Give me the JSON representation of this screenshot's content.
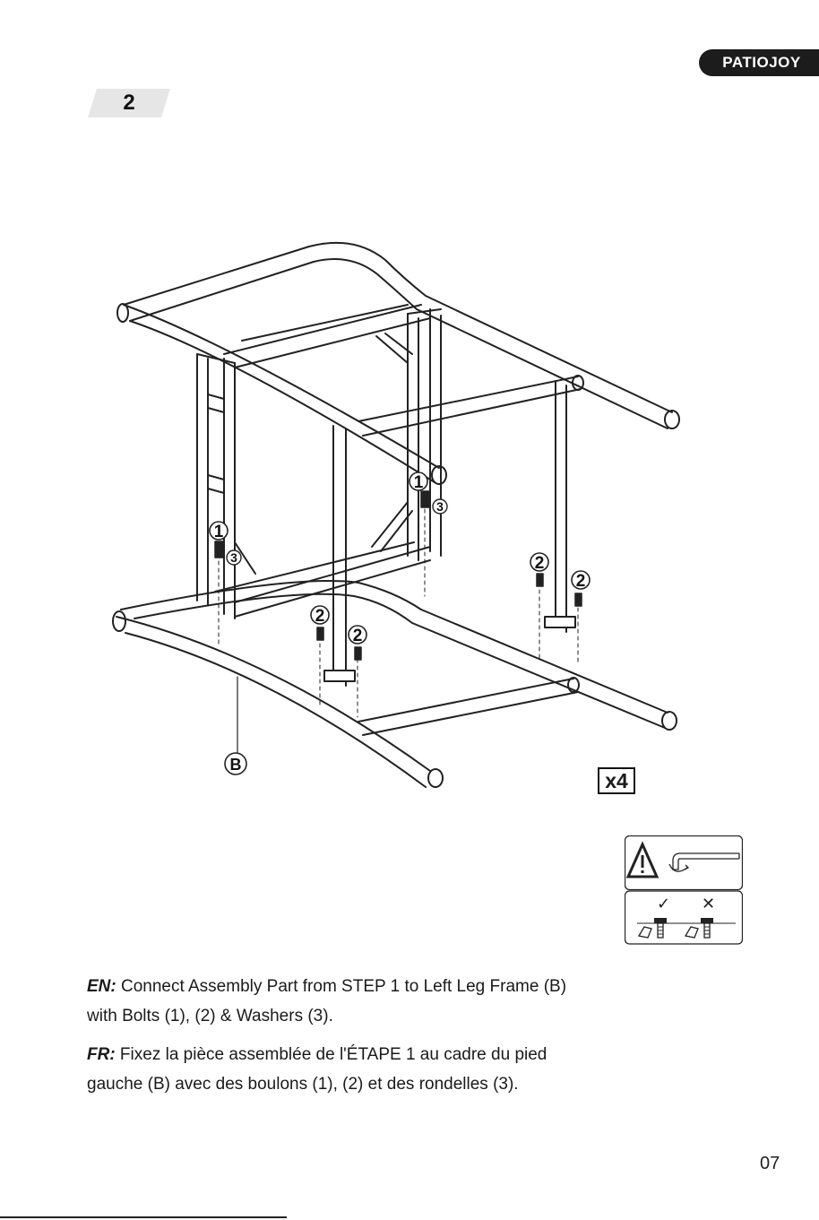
{
  "brand": {
    "logo_text": "PATIOJOY"
  },
  "step": {
    "number": "2"
  },
  "diagram": {
    "part_labels": {
      "bolt_1": "1",
      "bolt_2": "2",
      "washer_3": "3",
      "frame_b": "B"
    },
    "quantity": "x4"
  },
  "warning": {
    "icon": "warning-triangle-icon",
    "tool_icon": "hex-key-icon",
    "ok_mark": "✓",
    "bad_mark": "✕"
  },
  "instructions": {
    "en_prefix": "EN:",
    "en_text": " Connect Assembly Part from STEP 1 to Left Leg Frame (B)",
    "en_text_2": "with Bolts (1), (2) & Washers (3).",
    "fr_prefix": "FR:",
    "fr_text": " Fixez la pièce assemblée de l'ÉTAPE 1 au cadre du pied",
    "fr_text_2": "gauche (B) avec des boulons (1), (2) et des rondelles (3)."
  },
  "page": {
    "number": "07"
  }
}
